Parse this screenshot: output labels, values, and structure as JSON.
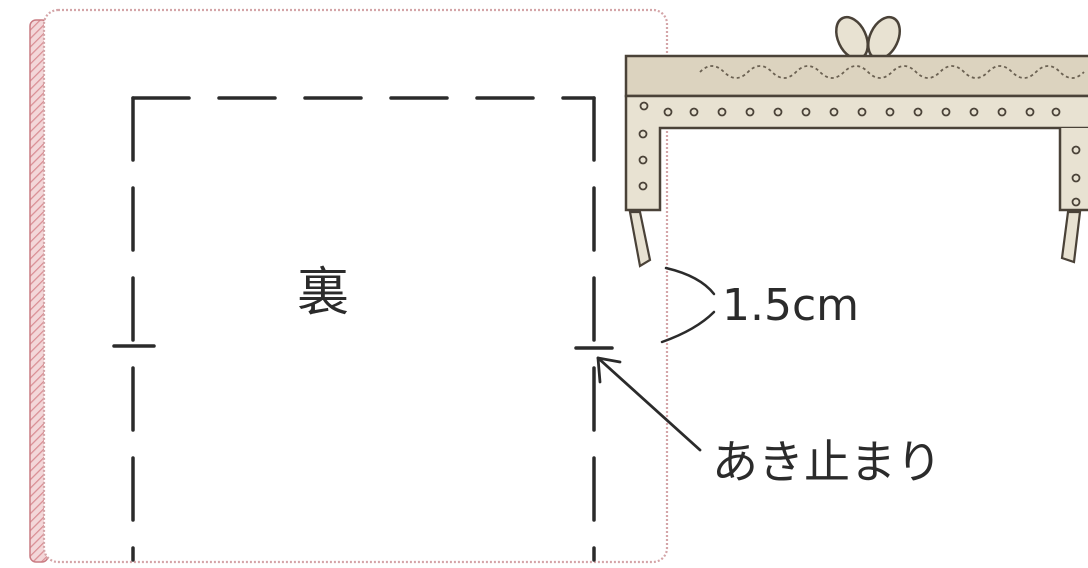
{
  "diagram": {
    "fabric_label": "裏",
    "measurement_label": "1.5cm",
    "stop_point_label": "あき止まり"
  },
  "colors": {
    "ink": "#2b2b2b",
    "fabric_fill": "#ffffff",
    "fabric_outline": "#d4a5a8",
    "seam_hatch": "#d98e94",
    "frame_fill": "#dcd3bf",
    "frame_outline": "#4a4238"
  },
  "icons": {
    "frame_clasp": "purse-frame-clasp-icon"
  }
}
